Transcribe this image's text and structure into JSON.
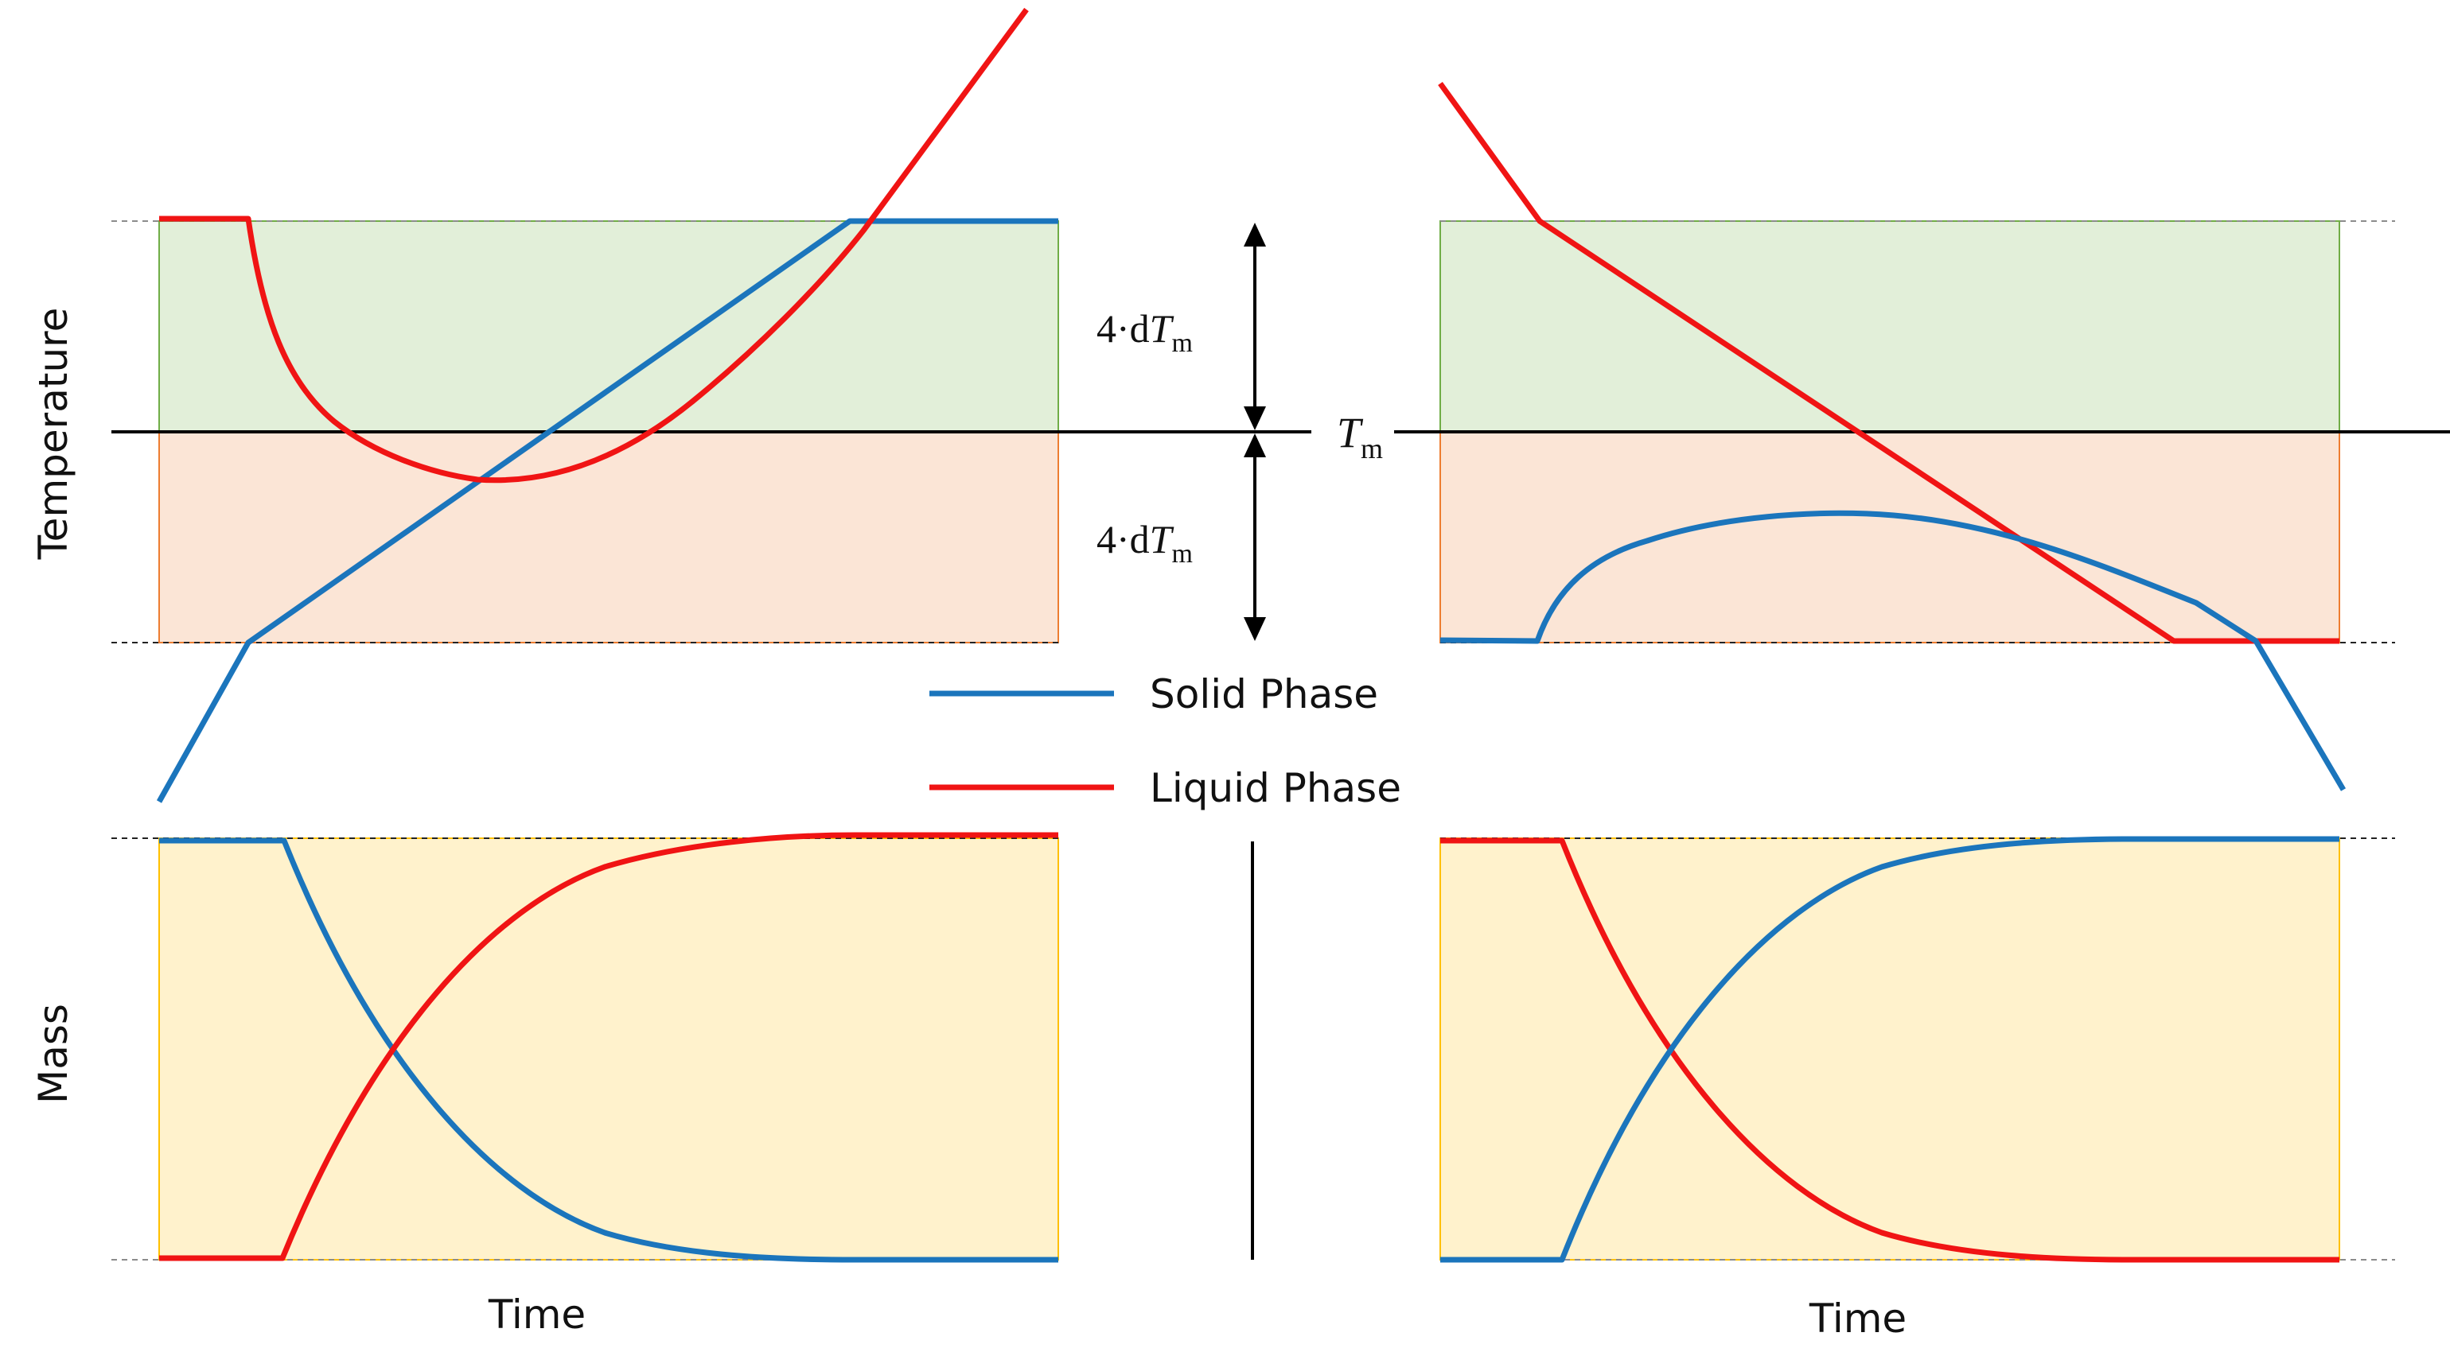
{
  "labels": {
    "y_temperature": "Temperature",
    "y_mass": "Mass",
    "x_time_left": "Time",
    "x_time_right": "Time",
    "band_upper_prefix": "4·d",
    "band_upper_var": "T",
    "band_upper_sub": "m",
    "band_lower_prefix": "4·d",
    "band_lower_var": "T",
    "band_lower_sub": "m",
    "melting_var": "T",
    "melting_sub": "m"
  },
  "legend": {
    "solid": "Solid Phase",
    "liquid": "Liquid Phase"
  },
  "colors": {
    "solid": "#1b75bc",
    "liquid": "#f01414",
    "upper_band_fill": "#e2efd9",
    "upper_band_stroke": "#70ad47",
    "lower_band_fill": "#fbe5d6",
    "lower_band_stroke": "#ed7d31",
    "mass_fill": "#fff2cc",
    "mass_stroke": "#ffc000",
    "axis": "#000000",
    "reference_dashed": "#8c8c8c"
  }
}
